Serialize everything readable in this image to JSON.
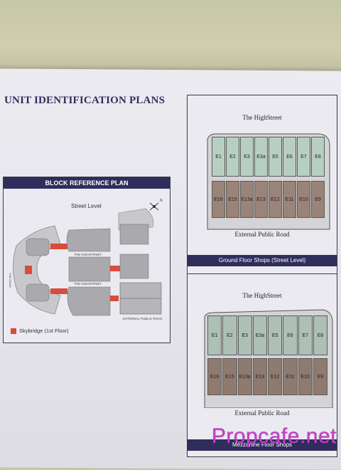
{
  "heading": "UNIT IDENTIFICATION PLANS",
  "block_plan": {
    "title": "BLOCK REFERENCE PLAN",
    "street_level": "Street Level",
    "the_highstreet_label": "THE HIGHSTREET",
    "the_highstreet_label_2": "THE HIGHSTREET",
    "external_public_road_label": "EXTERNAL PUBLIC ROAD",
    "skybridge_legend": "Skybridge (1st Floor)",
    "skybridge_color": "#d94b3a",
    "road_side_label": "THE ROAD",
    "north_marker": "N"
  },
  "ground_floor": {
    "top_label": "The HighStreet",
    "top_units": [
      "E1",
      "E2",
      "E3",
      "E3a",
      "E5",
      "E6",
      "E7",
      "E8"
    ],
    "bottom_units": [
      "E16",
      "E15",
      "E13a",
      "E13",
      "E12",
      "E11",
      "E10",
      "E9"
    ],
    "bottom_label": "External Public Road",
    "caption": "Ground Floor Shops (Street Level)"
  },
  "mezzanine": {
    "top_label": "The HighStreet",
    "top_units": [
      "E1",
      "E2",
      "E3",
      "E3a",
      "E5",
      "E6",
      "E7",
      "E8"
    ],
    "bottom_units": [
      "E16",
      "E15",
      "E13a",
      "E13",
      "E12",
      "E11",
      "E10",
      "E9"
    ],
    "bottom_label": "External Public Road",
    "caption": "Mezzanine Floor Shops"
  },
  "colors": {
    "navy": "#2f2d5c",
    "green_unit": "#b7cfc3",
    "brown_unit": "#9a8378",
    "watermark": "#c43fc9"
  },
  "watermark": "Propcafe.net"
}
